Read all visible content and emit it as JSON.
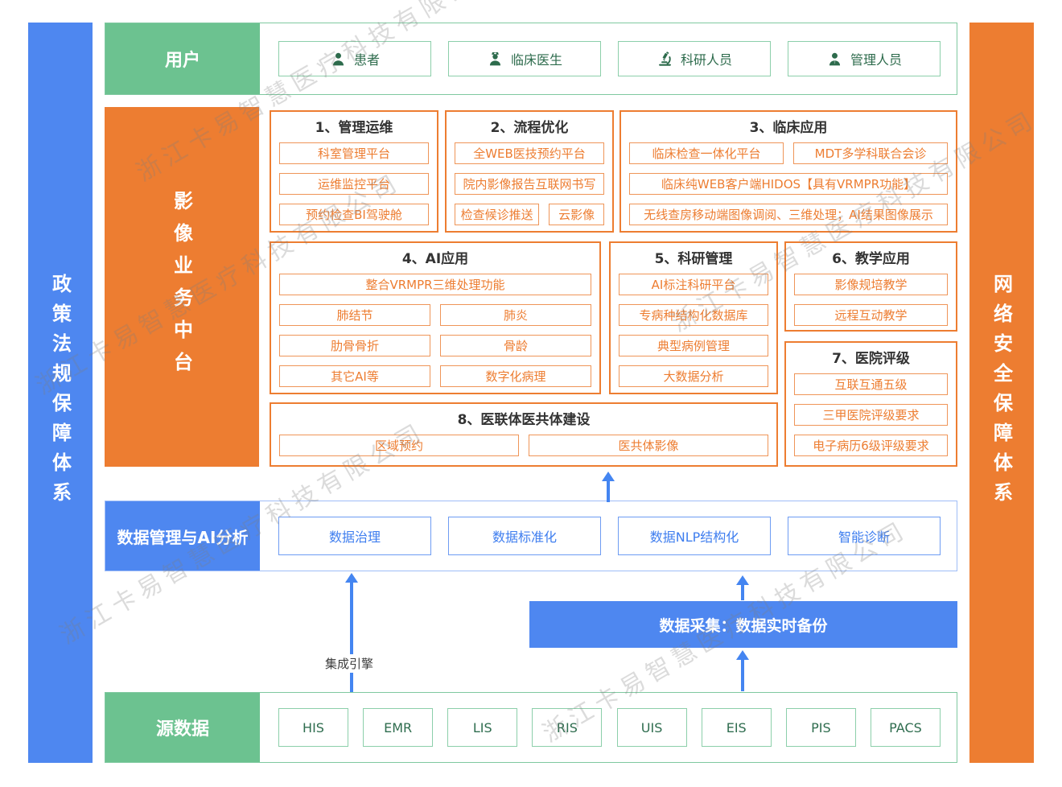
{
  "watermark": {
    "text": "浙江卡易智慧医疗科技有限公司"
  },
  "side_bars": {
    "left": {
      "label": "政策法规保障体系"
    },
    "right": {
      "label": "网络安全保障体系"
    }
  },
  "users_row": {
    "label": "用户",
    "items": [
      {
        "icon": "patient-icon",
        "label": "患者"
      },
      {
        "icon": "doctor-icon",
        "label": "临床医生"
      },
      {
        "icon": "microscope-icon",
        "label": "科研人员"
      },
      {
        "icon": "admin-icon",
        "label": "管理人员"
      }
    ]
  },
  "platform": {
    "label": "影像业务中台",
    "sections": [
      {
        "title": "1、管理运维",
        "items": [
          "科室管理平台",
          "运维监控平台",
          "预约检查BI驾驶舱"
        ]
      },
      {
        "title": "2、流程优化",
        "items": [
          "全WEB医技预约平台",
          "院内影像报告互联网书写",
          "检查候诊推送",
          "云影像"
        ]
      },
      {
        "title": "3、临床应用",
        "items": [
          "临床检查一体化平台",
          "MDT多学科联合会诊",
          "临床纯WEB客户端HIDOS【具有VRMPR功能】",
          "无线查房移动端图像调阅、三维处理；AI结果图像展示"
        ]
      },
      {
        "title": "4、AI应用",
        "items": [
          "整合VRMPR三维处理功能",
          "肺结节",
          "肺炎",
          "肋骨骨折",
          "骨龄",
          "其它AI等",
          "数字化病理"
        ]
      },
      {
        "title": "5、科研管理",
        "items": [
          "AI标注科研平台",
          "专病种结构化数据库",
          "典型病例管理",
          "大数据分析"
        ]
      },
      {
        "title": "6、教学应用",
        "items": [
          "影像规培教学",
          "远程互动教学"
        ]
      },
      {
        "title": "7、医院评级",
        "items": [
          "互联互通五级",
          "三甲医院评级要求",
          "电子病历6级评级要求"
        ]
      },
      {
        "title": "8、医联体医共体建设",
        "items": [
          "区域预约",
          "医共体影像"
        ]
      }
    ]
  },
  "data_mgmt_row": {
    "label": "数据管理与AI分析",
    "items": [
      "数据治理",
      "数据标准化",
      "数据NLP结构化",
      "智能诊断"
    ]
  },
  "integration": {
    "engine_label": "集成引擎",
    "collection_label": "数据采集：数据实时备份"
  },
  "source_row": {
    "label": "源数据",
    "items": [
      "HIS",
      "EMR",
      "LIS",
      "RIS",
      "UIS",
      "EIS",
      "PIS",
      "PACS"
    ]
  },
  "colors": {
    "green": "#6cc290",
    "green_dark": "#2d6b4c",
    "green_border": "#8ccfaa",
    "orange": "#ed7d31",
    "orange_item_border": "#ef9558",
    "blue": "#4e87f0",
    "blue_text": "#3f7eef",
    "blue_border": "#6e9cf3",
    "blue_outline": "#9fbdf7",
    "arrow_blue": "#4485f1"
  }
}
